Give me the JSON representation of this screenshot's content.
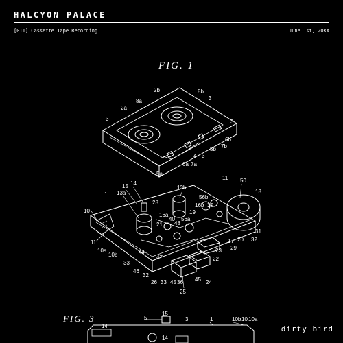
{
  "header": {
    "brand": "HALCYON PALACE",
    "subtitle": "[011] Cassette Tape Recording",
    "date": "June 1st, 20XX"
  },
  "figures": {
    "fig1": "FIG. 1",
    "fig3": "FIG. 3"
  },
  "signature": "dirty bird",
  "colors": {
    "background": "#000000",
    "ink": "#ffffff"
  },
  "callouts": {
    "top_cassette": [
      "3",
      "2a",
      "8a",
      "2b",
      "8b",
      "3",
      "3",
      "6b",
      "5b",
      "7b",
      "4",
      "3",
      "6a",
      "7a",
      "5a"
    ],
    "exploded": [
      "1",
      "15",
      "14",
      "13a",
      "13b",
      "11",
      "50",
      "18",
      "56b",
      "16b",
      "30",
      "19",
      "28",
      "10",
      "16a",
      "56a",
      "40",
      "21",
      "48",
      "31",
      "32",
      "11",
      "10a",
      "10b",
      "44",
      "17",
      "20",
      "29",
      "33",
      "47",
      "22",
      "23",
      "46",
      "32",
      "26",
      "33",
      "45",
      "36",
      "45",
      "24",
      "25"
    ],
    "fig3": [
      "5",
      "15",
      "3",
      "1",
      "10b",
      "10",
      "10a",
      "14",
      "14"
    ]
  }
}
